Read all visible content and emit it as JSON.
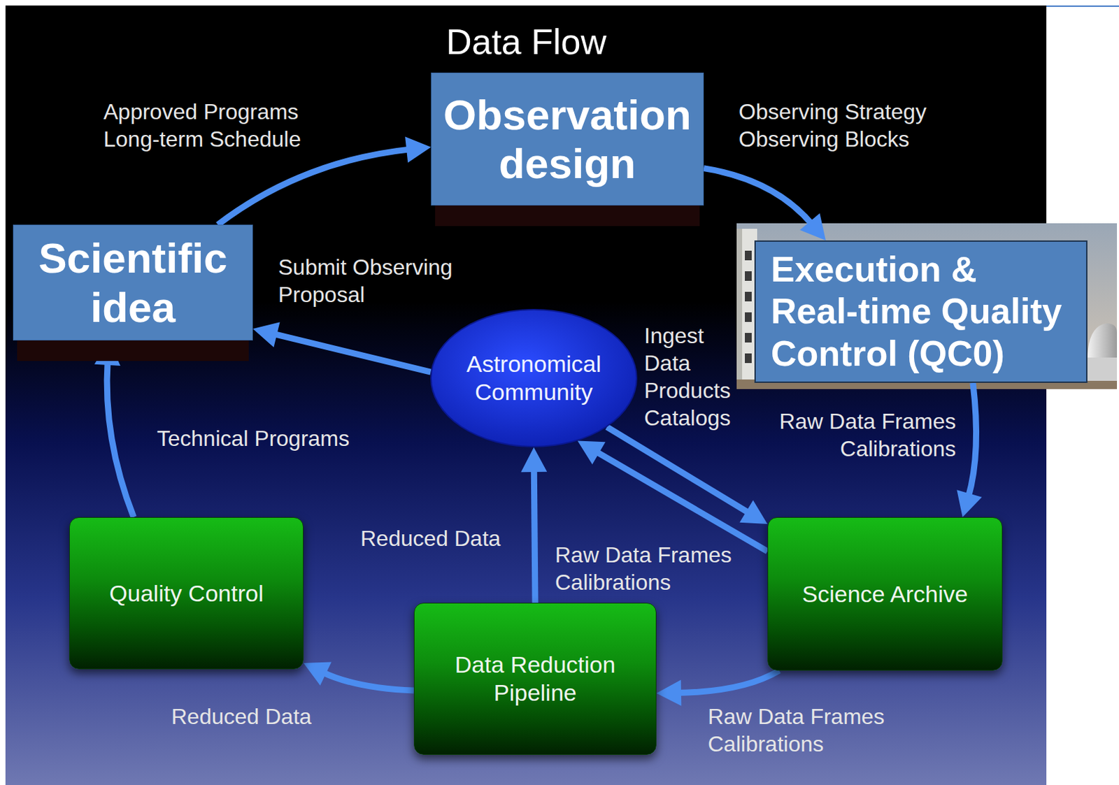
{
  "diagram": {
    "title": "Data Flow",
    "nodes": [
      {
        "text": [
          "Observation design"
        ]
      },
      {
        "text": [
          "Scientific idea"
        ]
      },
      {
        "text": [
          "Execution & Real-time Quality Control (QC0)"
        ]
      },
      {
        "text": [
          "Astronomical Community"
        ]
      },
      {
        "text": [
          "Quality Control"
        ]
      },
      {
        "text": [
          "Data Reduction Pipeline"
        ]
      },
      {
        "text": [
          "Science Archive"
        ]
      }
    ],
    "edges": [
      {
        "from": 1,
        "to": 0,
        "label": "Approved Programs Long-term Schedule",
        "arrow": "to"
      },
      {
        "from": 0,
        "to": 2,
        "label": "Observing Strategy Observing Blocks",
        "arrow": "to"
      },
      {
        "from": 3,
        "to": 1,
        "label": "Submit Observing Proposal",
        "arrow": "to"
      },
      {
        "from": 3,
        "to": 6,
        "label": "Ingest Data Products Catalogs",
        "arrow": "to"
      },
      {
        "from": 2,
        "to": 6,
        "label": "Raw Data Frames Calibrations",
        "arrow": "to"
      },
      {
        "from": 6,
        "to": 3,
        "label": "Raw Data Frames Calibrations",
        "arrow": "to"
      },
      {
        "from": 6,
        "to": 5,
        "label": "Raw Data Frames Calibrations",
        "arrow": "to"
      },
      {
        "from": 5,
        "to": 3,
        "label": "Reduced Data",
        "arrow": "to"
      },
      {
        "from": 5,
        "to": 4,
        "label": "Reduced Data",
        "arrow": "to"
      },
      {
        "from": 4,
        "to": 1,
        "label": "Technical Programs",
        "arrow": "to"
      }
    ]
  }
}
